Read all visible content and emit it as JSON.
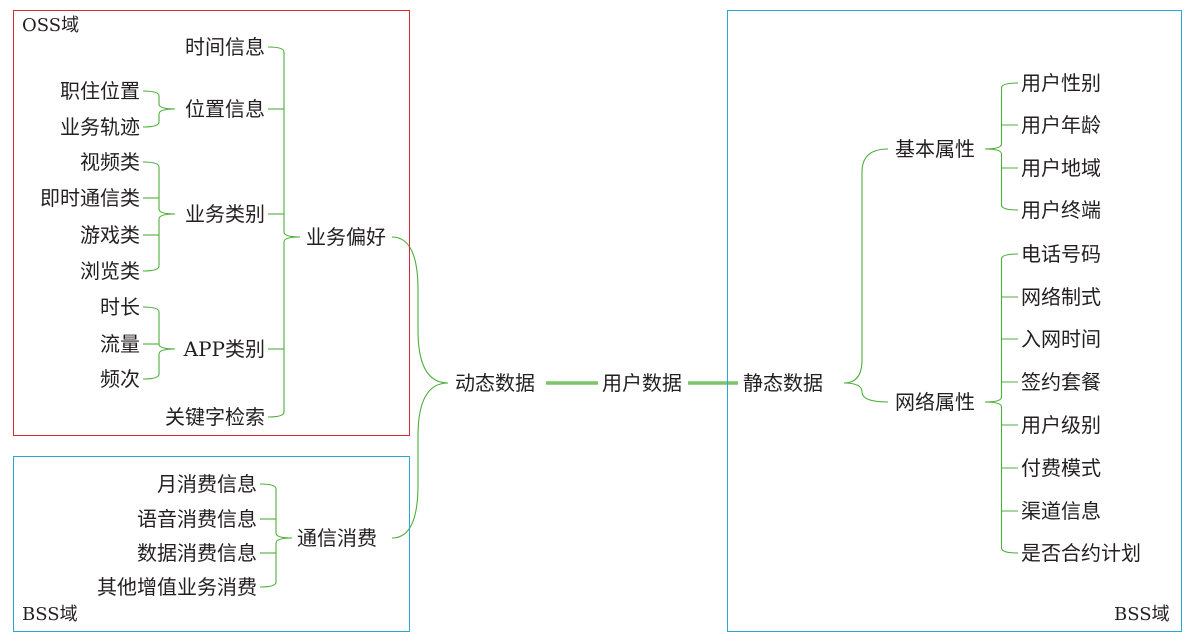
{
  "regions": {
    "oss": {
      "label": "OSS域",
      "border": "#d7282f"
    },
    "bss_left": {
      "label": "BSS域",
      "border": "#29a8d6"
    },
    "bss_right": {
      "label": "BSS域",
      "border": "#29a8d6"
    }
  },
  "colors": {
    "connector": "#4caf3a",
    "main_link": "#7cc36b"
  },
  "root": "用户数据",
  "dynamic": {
    "label": "动态数据",
    "preference": {
      "label": "业务偏好",
      "time": "时间信息",
      "location": {
        "label": "位置信息",
        "items": [
          "职住位置",
          "业务轨迹"
        ]
      },
      "service_type": {
        "label": "业务类别",
        "items": [
          "视频类",
          "即时通信类",
          "游戏类",
          "浏览类"
        ]
      },
      "app_type": {
        "label": "APP类别",
        "items": [
          "时长",
          "流量",
          "频次"
        ]
      },
      "keyword": "关键字检索"
    },
    "consumption": {
      "label": "通信消费",
      "items": [
        "月消费信息",
        "语音消费信息",
        "数据消费信息",
        "其他增值业务消费"
      ]
    }
  },
  "static": {
    "label": "静态数据",
    "basic": {
      "label": "基本属性",
      "items": [
        "用户性别",
        "用户年龄",
        "用户地域",
        "用户终端"
      ]
    },
    "network": {
      "label": "网络属性",
      "items": [
        "电话号码",
        "网络制式",
        "入网时间",
        "签约套餐",
        "用户级别",
        "付费模式",
        "渠道信息",
        "是否合约计划"
      ]
    }
  }
}
